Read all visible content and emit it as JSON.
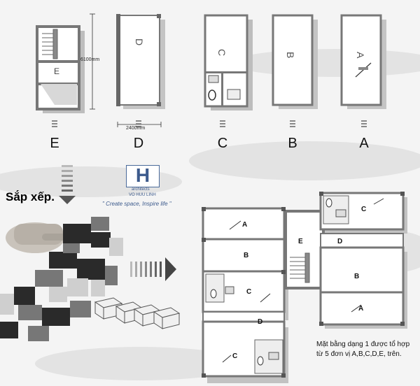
{
  "units": [
    {
      "id": "E",
      "label": "E",
      "inner_label": "E"
    },
    {
      "id": "D",
      "label": "D",
      "inner_label": "D"
    },
    {
      "id": "C",
      "label": "C",
      "inner_label": "C"
    },
    {
      "id": "B",
      "label": "B",
      "inner_label": "B"
    },
    {
      "id": "A",
      "label": "A",
      "inner_label": "A"
    }
  ],
  "dimensions": {
    "height": "6100mm",
    "width": "2400mm"
  },
  "arrange_title": "Sắp xếp.",
  "logo": {
    "letter": "H",
    "line1": "architects",
    "line2": "VO HUU LINH",
    "slogan": "\" Create space, Inspire life \""
  },
  "plan_rooms": [
    "A",
    "B",
    "C",
    "D",
    "C",
    "E",
    "C",
    "D",
    "B",
    "A"
  ],
  "caption": {
    "line1": "Mặt bằng dạng 1 được tổ hợp",
    "line2": "từ 5 đơn vị A,B,C,D,E, trên."
  },
  "colors": {
    "wall": "#8a8a8a",
    "wall_dark": "#555555",
    "shadow": "#c9c9c9",
    "logo_blue": "#3c5a8c"
  }
}
